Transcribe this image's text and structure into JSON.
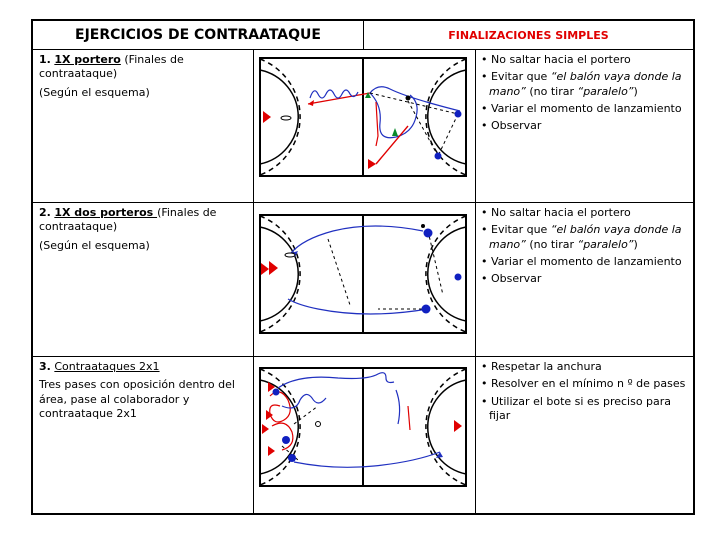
{
  "header": {
    "title": "EJERCICIOS DE CONTRAATAQUE",
    "subtitle": "FINALIZACIONES SIMPLES"
  },
  "rows": [
    {
      "number": "1.",
      "title": "1X portero",
      "title_suffix": " (Finales de contraataque)",
      "note": "(Según el esquema)",
      "tips": {
        "a": "No saltar hacia el portero",
        "b_pre": "Evitar que ",
        "b_it1": "“el balón vaya donde la mano”",
        "b_mid": " (no tirar ",
        "b_it2": "“paralelo”",
        "b_end": ")",
        "c": "Variar el momento de lanzamiento",
        "d": "Observar"
      }
    },
    {
      "number": "2.",
      "title": "1X dos porteros ",
      "title_suffix": "(Finales de contraataque)",
      "note": "(Según el esquema)",
      "tips": {
        "a": "No saltar hacia el portero",
        "b_pre": "Evitar que ",
        "b_it1": "“el balón vaya donde la mano”",
        "b_mid": " (no tirar ",
        "b_it2": "“paralelo”",
        "b_end": ")",
        "c": "Variar el momento de lanzamiento",
        "d": "Observar"
      }
    },
    {
      "number": "3.",
      "title": "Contraataques 2x1",
      "note": "Tres pases con oposición dentro del área, pase al colaborador y contraataque 2x1",
      "tips": {
        "a": "Respetar la anchura",
        "b": "Resolver en el mínimo n º de pases",
        "c": "Utilizar el bote si es preciso para fijar"
      }
    }
  ]
}
